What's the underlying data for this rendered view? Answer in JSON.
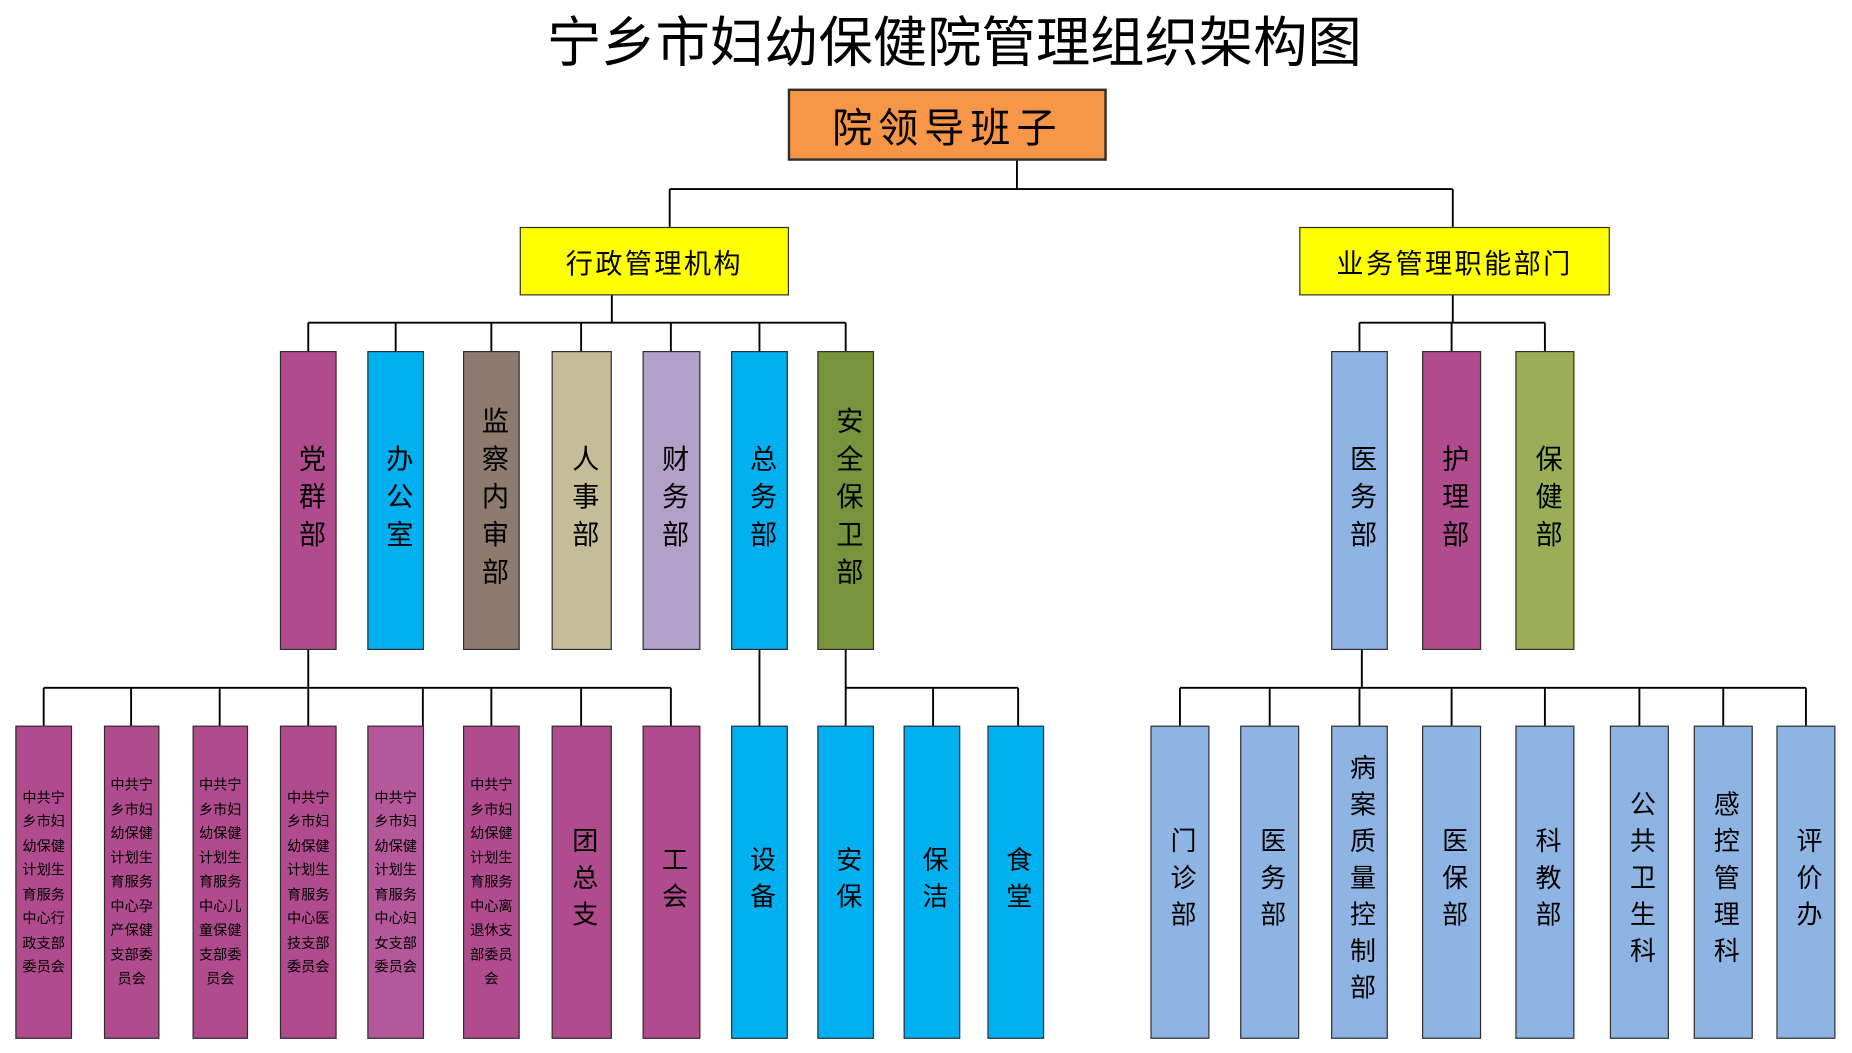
{
  "title": "宁乡市妇幼保健院管理组织架构图",
  "leadership": {
    "label": "院领导班子",
    "color": "#F79646"
  },
  "divisions": [
    {
      "label": "行政管理机构",
      "color": "#FFFF00",
      "departments": [
        {
          "label": "党群部",
          "color": "#B04B8D",
          "children": [
            {
              "label": "中共宁乡市妇幼保健计划生育服务中心行政支部委员会",
              "color": "#B04B8D"
            },
            {
              "label": "中共宁乡市妇幼保健计划生育服务中心孕产保健支部委员会",
              "color": "#B04B8D"
            },
            {
              "label": "中共宁乡市妇幼保健计划生育服务中心儿童保健支部委员会",
              "color": "#B04B8D"
            },
            {
              "label": "中共宁乡市妇幼保健计划生育服务中心医技支部委员会",
              "color": "#B04B8D"
            },
            {
              "label": "中共宁乡市妇幼保健计划生育服务中心妇女支部委员会",
              "color": "#B4589A"
            },
            {
              "label": "中共宁乡市妇幼保健计划生育服务中心离退休支部委员会",
              "color": "#B04B8D"
            },
            {
              "label": "团总支",
              "color": "#B04B8D"
            },
            {
              "label": "工会",
              "color": "#B04B8D"
            }
          ]
        },
        {
          "label": "办公室",
          "color": "#00B0F0"
        },
        {
          "label": "监察内审部",
          "color": "#8C7B6E"
        },
        {
          "label": "人事部",
          "color": "#C4BD97"
        },
        {
          "label": "财务部",
          "color": "#B1A0C7"
        },
        {
          "label": "总务部",
          "color": "#00B0F0",
          "children": [
            {
              "label": "设备",
              "color": "#00B0F0"
            }
          ]
        },
        {
          "label": "安全保卫部",
          "color": "#77933C",
          "children": [
            {
              "label": "安保",
              "color": "#00B0F0"
            },
            {
              "label": "保洁",
              "color": "#00B0F0"
            },
            {
              "label": "食堂",
              "color": "#00B0F0"
            }
          ]
        }
      ]
    },
    {
      "label": "业务管理职能部门",
      "color": "#FFFF00",
      "departments": [
        {
          "label": "医务部",
          "color": "#8DB4E2",
          "children": [
            {
              "label": "门诊部",
              "color": "#8DB4E2"
            },
            {
              "label": "医务部",
              "color": "#8DB4E2"
            },
            {
              "label": "病案质量控制部",
              "color": "#8DB4E2"
            },
            {
              "label": "医保部",
              "color": "#8DB4E2"
            },
            {
              "label": "科教部",
              "color": "#8DB4E2"
            },
            {
              "label": "公共卫生科",
              "color": "#8DB4E2"
            },
            {
              "label": "感控管理科",
              "color": "#8DB4E2"
            },
            {
              "label": "评价办",
              "color": "#8DB4E2"
            }
          ]
        },
        {
          "label": "护理部",
          "color": "#B04B8D"
        },
        {
          "label": "保健部",
          "color": "#9BAD57"
        }
      ]
    }
  ]
}
